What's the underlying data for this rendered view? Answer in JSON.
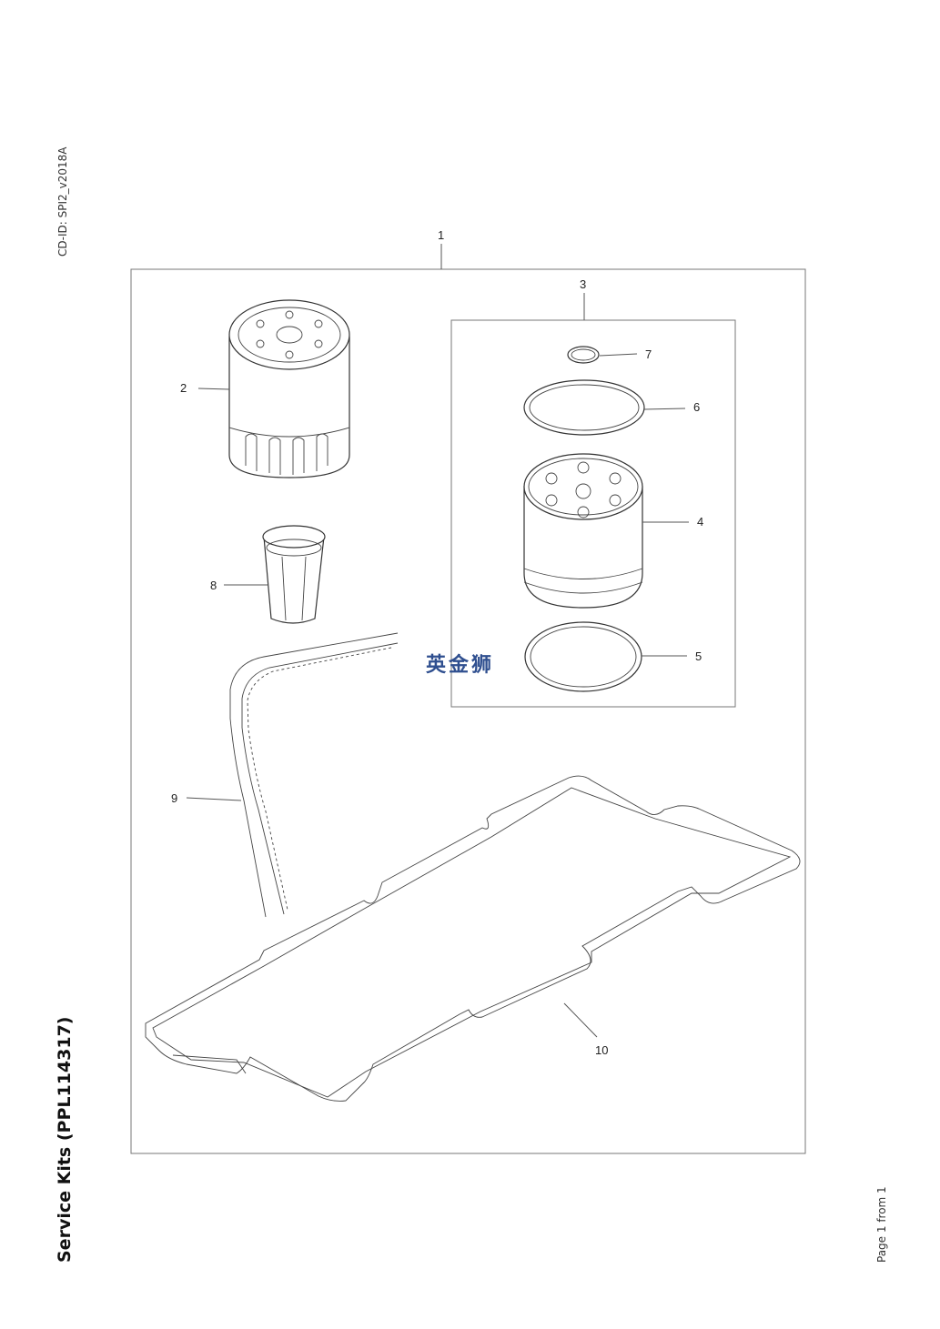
{
  "document": {
    "id_label": "CD-ID: SPI2_v2018A",
    "title": "Service Kits (PPL114317)",
    "page": "Page 1 from 1"
  },
  "callouts": [
    "1",
    "2",
    "3",
    "4",
    "5",
    "6",
    "7",
    "8",
    "9",
    "10"
  ],
  "watermark": "英金狮"
}
